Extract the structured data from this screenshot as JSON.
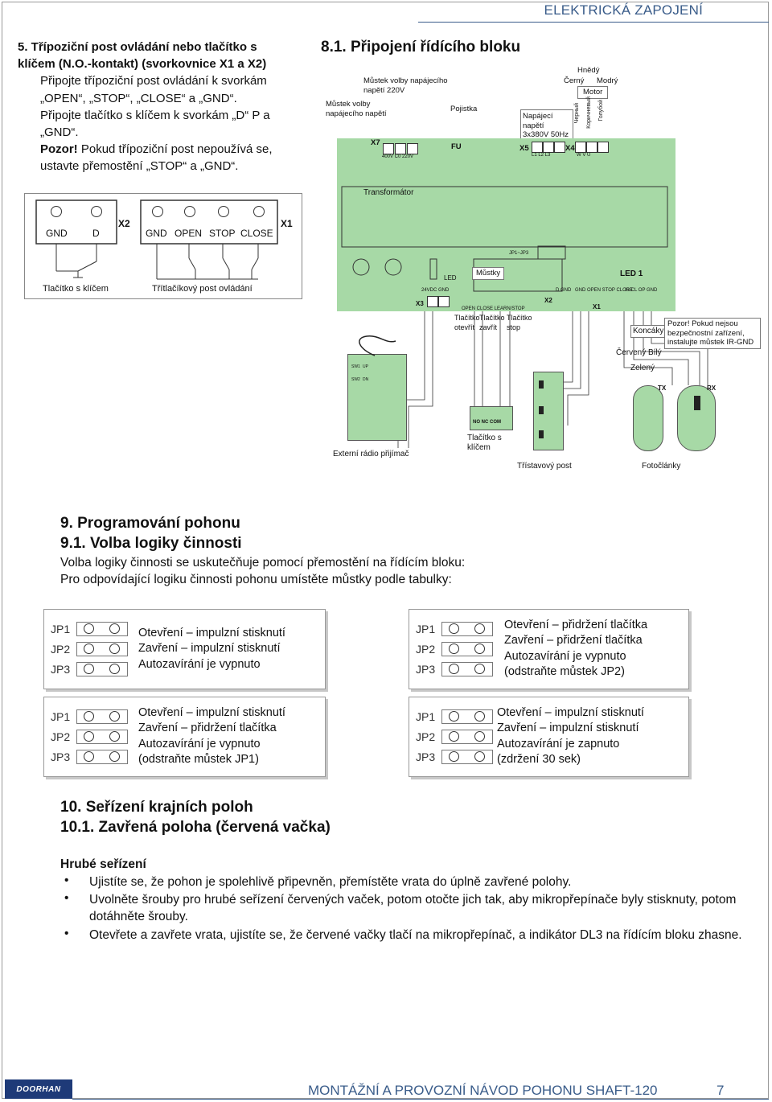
{
  "header": {
    "title": "ELEKTRICKÁ ZAPOJENÍ"
  },
  "sec5": {
    "title": "5. Třípoziční post ovládání nebo tlačítko s klíčem (N.O.-kontakt) (svorkovnice X1 a X2)",
    "line1": "Připojte třípoziční post ovládání k svorkám „OPEN“, „STOP“, „CLOSE“ a „GND“.",
    "line2": "Připojte tlačítko s klíčem k svorkám „D“ P a „GND“.",
    "warn_bold": "Pozor!",
    "warn_rest": "Pokud třípoziční post nepoužívá se, ustavte přemostění „STOP“ a „GND“."
  },
  "wiring_left": {
    "x2": "X2",
    "x1": "X1",
    "x2_terms": [
      "GND",
      "D"
    ],
    "x1_terms": [
      "GND",
      "OPEN",
      "STOP",
      "CLOSE"
    ],
    "key_label": "Tlačítko s klíčem",
    "post_label": "Třítlačíkový post ovládání"
  },
  "sec81": {
    "title": "8.1. Připojení řídícího bloku",
    "labels": {
      "bridge220": "Můstek volby napájecího napětí 220V",
      "bridge": "Můstek volby napájecího napětí",
      "fuse": "Pojistka",
      "supply": "Napájecí napětí 3x380V 50Hz",
      "brown": "Hnědý",
      "black": "Černý",
      "blue": "Modrý",
      "motor": "Motor",
      "transformer": "Transformátor",
      "jumpers": "Můstky",
      "btn_open": "Tlačítko otevřít",
      "btn_close": "Tlačítko zavřít",
      "btn_stop": "Tlačítko stop",
      "limit": "Koncáky",
      "warn": "Pozor! Pokud nejsou bezpečnostní zařízení, instalujte můstek IR-GND",
      "red_white": "Červený  Bílý",
      "green": "Zelený",
      "radio": "Externí rádio přijímač",
      "keybtn": "Tlačítko s klíčem",
      "post3": "Třístavový post",
      "photo": "Fotočlánky"
    },
    "board": {
      "x7": "X7",
      "fu": "FU",
      "x5": "X5",
      "x4": "X4",
      "x3": "X3",
      "x2": "X2",
      "x1": "X1",
      "jp": "JP1~JP3",
      "led": "LED",
      "led1": "LED 1",
      "x7_terms": "400V  C0  220V",
      "x5_terms": "L1  L2  L3",
      "x4_terms": "W  V  U",
      "x3_terms": "24VDC  GND",
      "x2_terms": "D  GND",
      "x1_terms": "GND  OPEN  STOP  CLOSE",
      "x8_terms": "IR  CL  OP  GND",
      "under_x1": "OPEN   CLOSE   LEARN/STOP",
      "motor_wires": [
        "Черный",
        "Коричневый",
        "Голубой"
      ],
      "tx": "TX",
      "rx": "RX",
      "nc_no_com": "NO  NC  COM",
      "radio_up": "UP",
      "radio_dn": "DN",
      "sw1": "SW1",
      "sw2": "SW2"
    }
  },
  "sec9": {
    "title": "9. Programování pohonu",
    "sub": "9.1. Volba logiky činnosti",
    "p1": "Volba logiky činnosti se uskutečňuje pomocí přemostění na řídícím bloku:",
    "p2": "Pro odpovídající logiku činnosti pohonu umístěte můstky podle tabulky:",
    "jp_labels": [
      "JP1",
      "JP2",
      "JP3"
    ],
    "boxes": [
      {
        "l1": "Otevření – impulzní stisknutí",
        "l2": "Zavření – impulzní stisknutí",
        "l3": "Autozavírání je vypnuto",
        "l4": ""
      },
      {
        "l1": "Otevření – přidržení tlačítka",
        "l2": "Zavření – přidržení tlačítka",
        "l3": "Autozavírání je vypnuto",
        "l4": "(odstraňte můstek JP2)"
      },
      {
        "l1": "Otevření – impulzní stisknutí",
        "l2": "Zavření – přidržení tlačítka",
        "l3": "Autozavírání je vypnuto",
        "l4": "(odstraňte můstek JP1)"
      },
      {
        "l1": "Otevření – impulzní stisknutí",
        "l2": "Zavření – impulzní stisknutí",
        "l3": "Autozavírání je zapnuto",
        "l4": "(zdržení 30 sek)"
      }
    ]
  },
  "sec10": {
    "title": "10. Seřízení krajních poloh",
    "sub": "10.1. Zavřená poloha (červená vačka)",
    "rough": "Hrubé seřízení",
    "bullets": [
      "Ujistíte se, že pohon je spolehlivě připevněn, přemístěte vrata do úplně zavřené polohy.",
      "Uvolněte šrouby pro hrubé seřízení červených vaček, potom otočte jich tak, aby mikropřepínače byly stisknuty, potom dotáhněte šrouby.",
      "Otevřete a zavřete vrata, ujistíte se, že červené vačky tlačí na mikropřepínač, a indikátor DL3 na řídícím bloku zhasne."
    ],
    "bullet_symbol": "•"
  },
  "footer": {
    "text": "MONTÁŽNÍ A PROVOZNÍ NÁVOD POHONU SHAFT-120",
    "page": "7",
    "logo": "DOORHAN"
  }
}
